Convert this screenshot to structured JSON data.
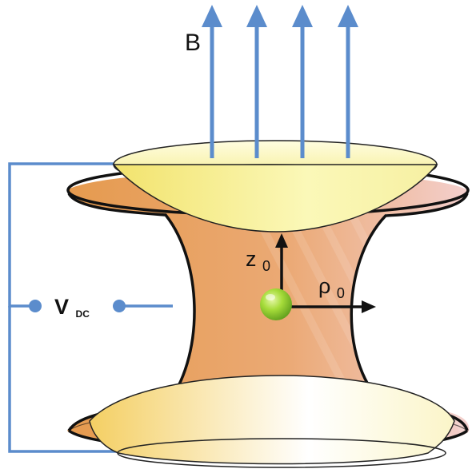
{
  "labels": {
    "field": "B",
    "voltage_main": "V",
    "voltage_sub": "DC",
    "axial_main": "z",
    "axial_sub": "0",
    "radial_main": "ρ",
    "radial_sub": "0"
  },
  "colors": {
    "field_arrow": "#5b8ccc",
    "circuit_wire": "#5b8ccc",
    "ring_electrode": "#e9a96b",
    "endcap_electrode": "#f3f08a",
    "particle": "#8fcf2c",
    "outline": "#111111"
  },
  "icons": {
    "field_arrows": "arrow-up-icon",
    "particle": "sphere-icon",
    "axis_arrows": "arrow-icon"
  }
}
